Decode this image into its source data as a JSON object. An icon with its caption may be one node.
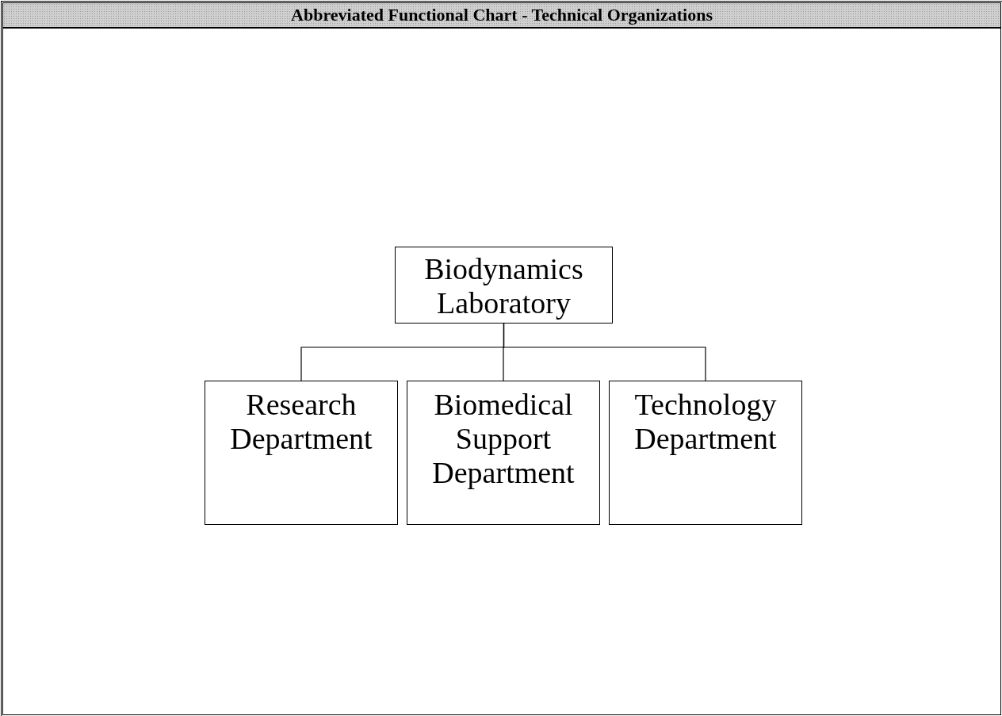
{
  "diagram": {
    "title": "Abbreviated Functional Chart - Technical Organizations",
    "nodes": [
      {
        "text": [
          "Biodynamics Laboratory"
        ]
      },
      {
        "text": [
          "Research Department"
        ]
      },
      {
        "text": [
          "Biomedical Support Department"
        ]
      },
      {
        "text": [
          "Technology Department"
        ]
      }
    ],
    "edges": [
      {
        "from": 0,
        "to": 1,
        "arrow": "none"
      },
      {
        "from": 0,
        "to": 2,
        "arrow": "none"
      },
      {
        "from": 0,
        "to": 3,
        "arrow": "none"
      }
    ]
  }
}
